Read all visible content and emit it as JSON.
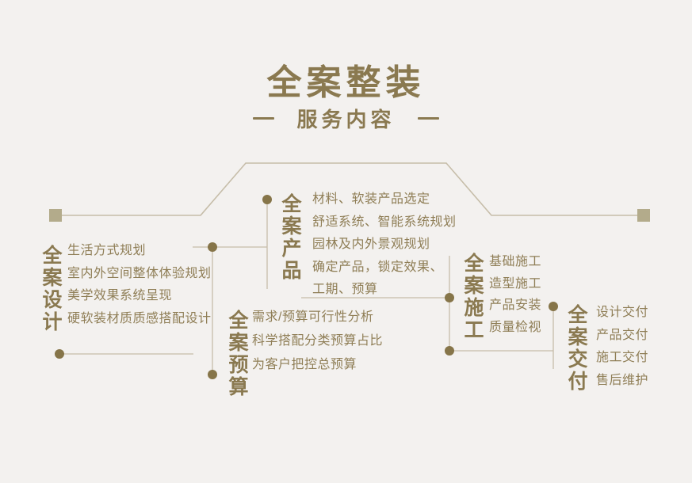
{
  "page": {
    "title": "全案整装",
    "subtitle": "服务内容",
    "colors": {
      "background": "#f3f1ef",
      "accent": "#8a7950",
      "item_text": "#8f7e56",
      "line": "#c6bda9",
      "node_dot": "#867549",
      "end_square": "#b3ab8b"
    }
  },
  "sections": [
    {
      "title": "全案设计",
      "items": [
        "生活方式规划",
        "室内外空间整体体验规划",
        "美学效果系统呈现",
        "硬软装材质质感搭配设计"
      ]
    },
    {
      "title": "全案产品",
      "items": [
        "材料、软装产品选定",
        "舒适系统、智能系统规划",
        "园林及内外景观规划",
        "确定产品，锁定效果、",
        "工期、预算"
      ]
    },
    {
      "title": "全案预算",
      "items": [
        "需求/预算可行性分析",
        "科学搭配分类预算占比",
        "为客户把控总预算"
      ]
    },
    {
      "title": "全案施工",
      "items": [
        "基础施工",
        "造型施工",
        "产品安装",
        "质量检视"
      ]
    },
    {
      "title": "全案交付",
      "items": [
        "设计交付",
        "产品交付",
        "施工交付",
        "售后维护"
      ]
    }
  ]
}
